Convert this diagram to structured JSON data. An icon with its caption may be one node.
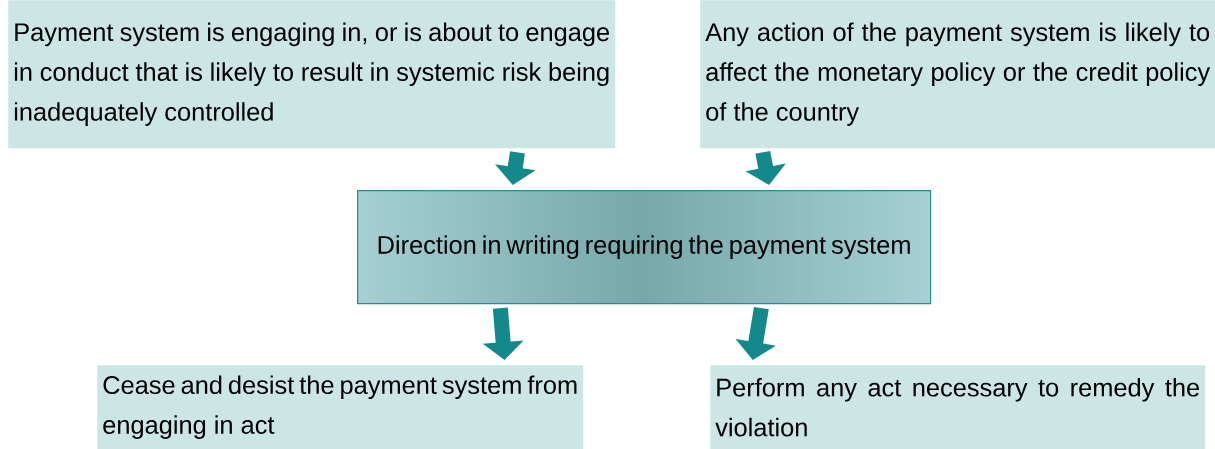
{
  "diagram": {
    "nodes": [
      {
        "text": [
          "Payment system is engaging in, or is about to engage in conduct that is likely to result in systemic risk being inadequately controlled"
        ]
      },
      {
        "text": [
          "Any action of the payment system is likely to affect the monetary policy or the credit policy of the country"
        ]
      },
      {
        "text": [
          "Direction in writing requiring the payment system"
        ]
      },
      {
        "text": [
          "Cease and desist the payment system from engaging in act"
        ]
      },
      {
        "text": [
          "Perform any act necessary to remedy the violation"
        ]
      }
    ],
    "edges": [
      {
        "from": 0,
        "to": 2,
        "arrow": "to"
      },
      {
        "from": 1,
        "to": 2,
        "arrow": "to"
      },
      {
        "from": 2,
        "to": 3,
        "arrow": "to"
      },
      {
        "from": 2,
        "to": 4,
        "arrow": "to"
      }
    ]
  }
}
